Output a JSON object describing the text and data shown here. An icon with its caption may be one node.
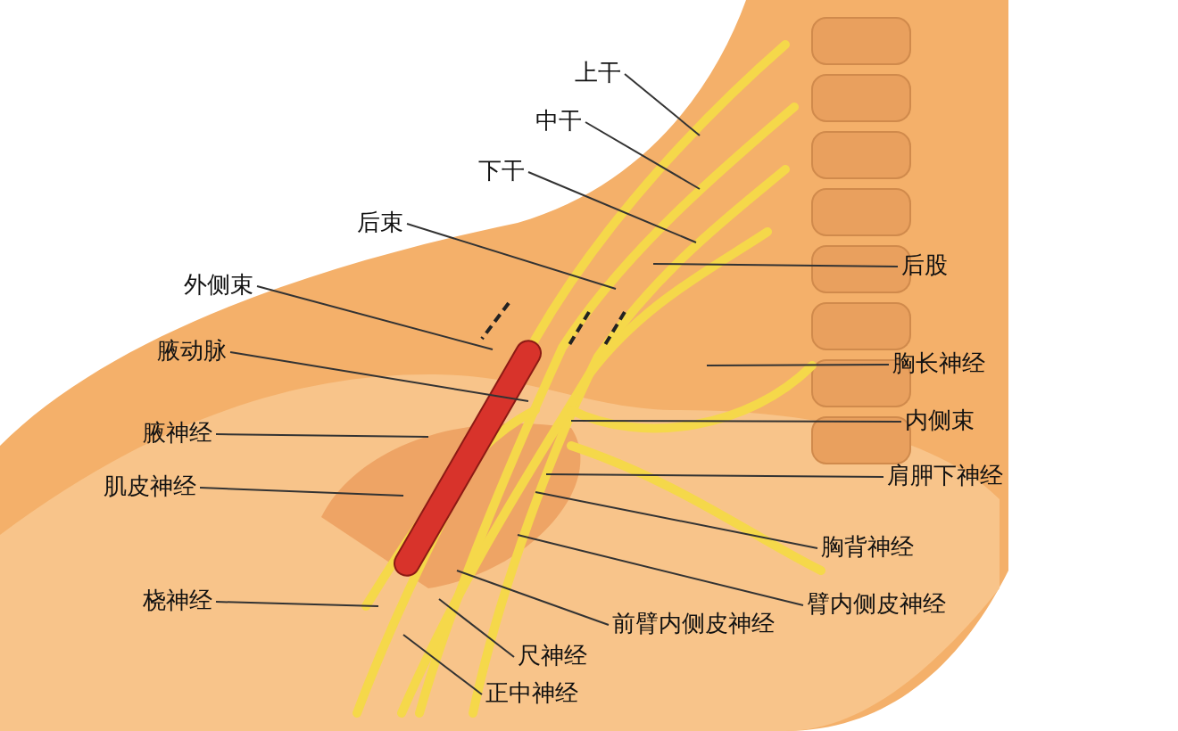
{
  "diagram": {
    "nodes": [
      {
        "text": [
          "上干"
        ]
      },
      {
        "text": [
          "中干"
        ]
      },
      {
        "text": [
          "下干"
        ]
      },
      {
        "text": [
          "后束"
        ]
      },
      {
        "text": [
          "后股"
        ]
      },
      {
        "text": [
          "外侧束"
        ]
      },
      {
        "text": [
          "腋动脉"
        ]
      },
      {
        "text": [
          "胸长神经"
        ]
      },
      {
        "text": [
          "腋神经"
        ]
      },
      {
        "text": [
          "内侧束"
        ]
      },
      {
        "text": [
          "肌皮神经"
        ]
      },
      {
        "text": [
          "肩胛下神经"
        ]
      },
      {
        "text": [
          "胸背神经"
        ]
      },
      {
        "text": [
          "桡神经"
        ]
      },
      {
        "text": [
          "臂内侧皮神经"
        ]
      },
      {
        "text": [
          "前臂内侧皮神经"
        ]
      },
      {
        "text": [
          "尺神经"
        ]
      },
      {
        "text": [
          "正中神经"
        ]
      }
    ],
    "edges": [
      {
        "from": 0,
        "to": null,
        "arrow": "none"
      },
      {
        "from": 1,
        "to": null,
        "arrow": "none"
      },
      {
        "from": 2,
        "to": null,
        "arrow": "none"
      },
      {
        "from": 3,
        "to": null,
        "arrow": "none"
      },
      {
        "from": 4,
        "to": null,
        "arrow": "none"
      },
      {
        "from": 5,
        "to": null,
        "arrow": "none"
      },
      {
        "from": 6,
        "to": null,
        "arrow": "none"
      },
      {
        "from": 7,
        "to": null,
        "arrow": "none"
      },
      {
        "from": 8,
        "to": null,
        "arrow": "none"
      },
      {
        "from": 9,
        "to": null,
        "arrow": "none"
      },
      {
        "from": 10,
        "to": null,
        "arrow": "none"
      },
      {
        "from": 11,
        "to": null,
        "arrow": "none"
      },
      {
        "from": 12,
        "to": null,
        "arrow": "none"
      },
      {
        "from": 13,
        "to": null,
        "arrow": "none"
      },
      {
        "from": 14,
        "to": null,
        "arrow": "none"
      },
      {
        "from": 15,
        "to": null,
        "arrow": "none"
      },
      {
        "from": 16,
        "to": null,
        "arrow": "none"
      },
      {
        "from": 17,
        "to": null,
        "arrow": "none"
      }
    ]
  }
}
